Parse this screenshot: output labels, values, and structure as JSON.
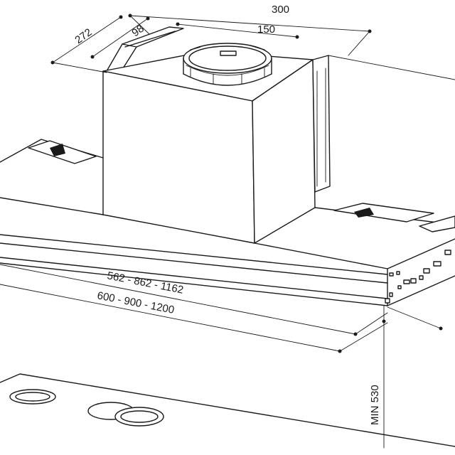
{
  "dimensions": {
    "width_total": "300",
    "depth": "272",
    "outlet_offset": "98",
    "outlet_diameter": "150",
    "inner_width": "562 - 862 - 1162",
    "overall_width": "600 - 900 - 1200",
    "min_height": "MIN 530"
  }
}
